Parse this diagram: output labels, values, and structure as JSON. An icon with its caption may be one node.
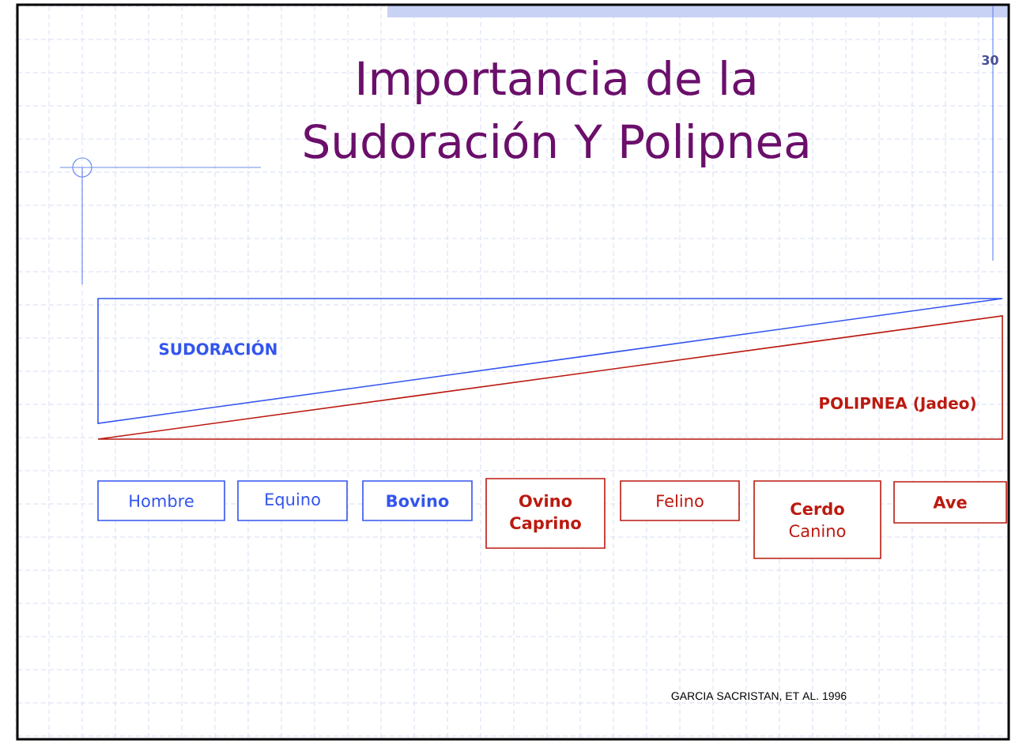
{
  "diagram": {
    "title": "Importancia de la Sudoración Y Polipnea",
    "nodes": [
      {
        "text": [
          "SUDORACIÓN"
        ]
      },
      {
        "text": [
          "POLIPNEA (Jadeo)"
        ]
      },
      {
        "text": [
          "Hombre"
        ]
      },
      {
        "text": [
          "Equino"
        ]
      },
      {
        "text": [
          "Bovino"
        ]
      },
      {
        "text": [
          "Ovino",
          "Caprino"
        ]
      },
      {
        "text": [
          "Felino"
        ]
      },
      {
        "text": [
          "**Cerdo**",
          "Canino"
        ]
      },
      {
        "text": [
          "Ave"
        ]
      }
    ],
    "labels": [
      "30",
      "GARCIA SACRISTAN, ET AL. 1996"
    ]
  }
}
